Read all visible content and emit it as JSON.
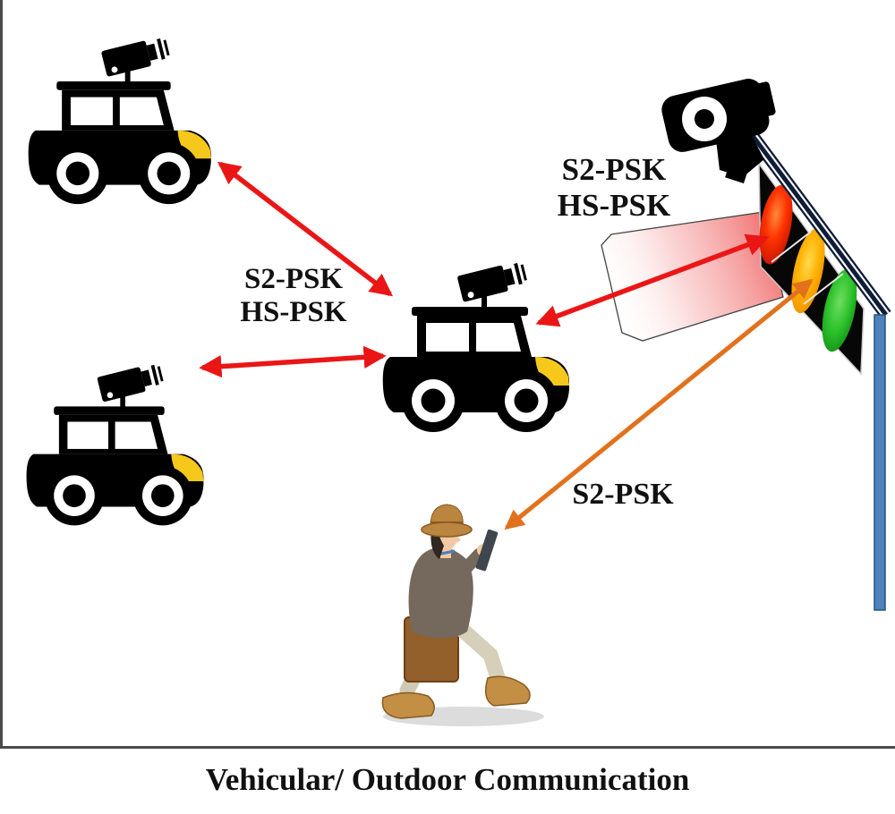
{
  "caption": "Vehicular/ Outdoor Communication",
  "labels": {
    "v2v": {
      "line1": "S2-PSK",
      "line2": "HS-PSK"
    },
    "i2v": {
      "line1": "S2-PSK",
      "line2": "HS-PSK"
    },
    "i2p": {
      "line1": "S2-PSK"
    }
  },
  "nodes": [
    {
      "id": "car-top-left",
      "type": "vehicle",
      "icon": "car-with-rooftop-camera-icon"
    },
    {
      "id": "car-bottom-left",
      "type": "vehicle",
      "icon": "car-with-rooftop-camera-icon"
    },
    {
      "id": "car-center",
      "type": "vehicle",
      "icon": "car-with-rooftop-camera-icon"
    },
    {
      "id": "traffic-light",
      "type": "infrastructure",
      "icon": "traffic-light-icon",
      "lamps": [
        "red",
        "amber",
        "green"
      ]
    },
    {
      "id": "surveillance-camera",
      "type": "infrastructure",
      "icon": "surveillance-camera-icon"
    },
    {
      "id": "pedestrian",
      "type": "person",
      "icon": "pedestrian-with-phone-icon"
    }
  ],
  "links": [
    {
      "from": "car-center",
      "to": "car-top-left",
      "label": "S2-PSK / HS-PSK",
      "style": "red-double-arrow"
    },
    {
      "from": "car-center",
      "to": "car-bottom-left",
      "label": "S2-PSK / HS-PSK",
      "style": "red-double-arrow"
    },
    {
      "from": "traffic-light",
      "to": "car-center",
      "label": "S2-PSK / HS-PSK",
      "style": "red-double-arrow",
      "beam": true
    },
    {
      "from": "traffic-light",
      "to": "pedestrian",
      "label": "S2-PSK",
      "style": "orange-double-arrow"
    }
  ],
  "colors": {
    "arrow_red": "#ea1616",
    "arrow_orange": "#e2711d",
    "beam_pink": "#f26d6d",
    "lamp_red": "#ff3300",
    "lamp_amber": "#ffb100",
    "lamp_green": "#2ec32e",
    "pole_blue": "#4f81bd",
    "headlight_yellow": "#f6c81c",
    "text": "#111111"
  }
}
